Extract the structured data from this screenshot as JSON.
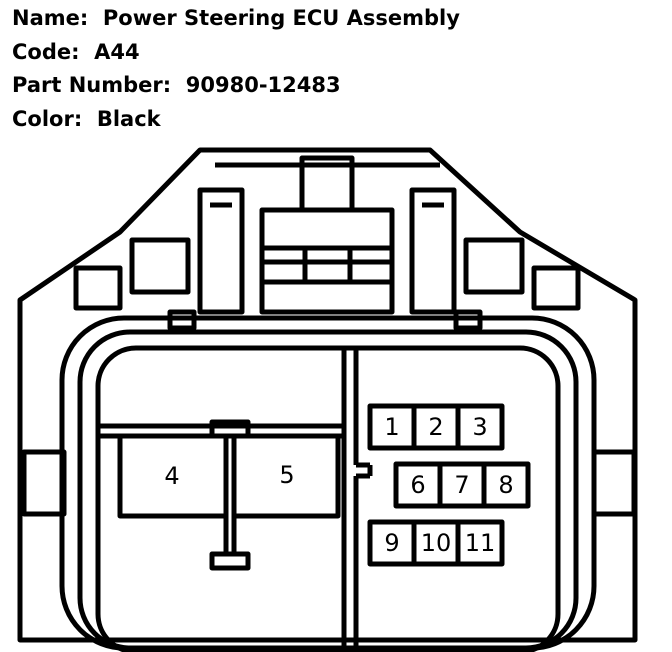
{
  "header": {
    "name_label": "Name:",
    "name_value": "Power Steering ECU Assembly",
    "code_label": "Code:",
    "code_value": "A44",
    "part_label": "Part Number:",
    "part_value": "90980-12483",
    "color_label": "Color:",
    "color_value": "Black"
  },
  "pins": [
    "1",
    "2",
    "3",
    "4",
    "5",
    "6",
    "7",
    "8",
    "9",
    "10",
    "11"
  ],
  "colors": {
    "line": "#000000",
    "background": "#ffffff"
  }
}
